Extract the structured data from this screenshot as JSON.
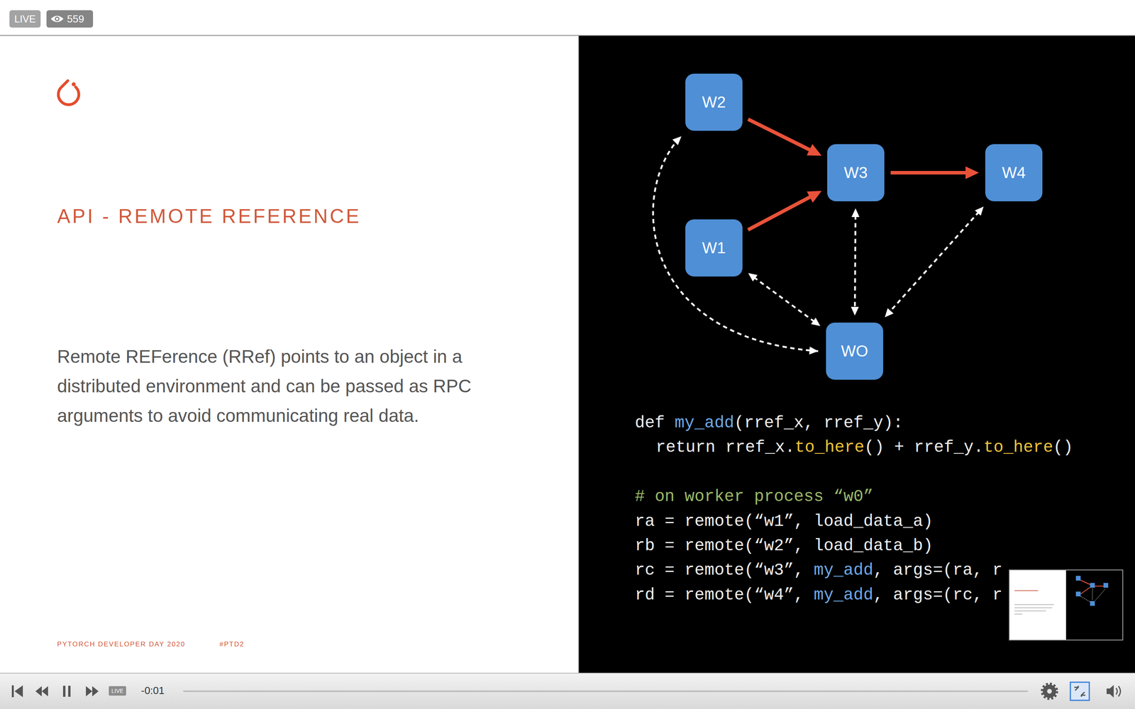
{
  "diagram": {
    "title": "API - REMOTE REFERENCE",
    "nodes": [
      {
        "text": [
          "W2"
        ]
      },
      {
        "text": [
          "W3"
        ]
      },
      {
        "text": [
          "W4"
        ]
      },
      {
        "text": [
          "W1"
        ]
      },
      {
        "text": [
          "WO"
        ]
      }
    ],
    "edges": [
      {
        "from": 0,
        "to": 1,
        "arrow": "to"
      },
      {
        "from": 3,
        "to": 1,
        "arrow": "to"
      },
      {
        "from": 1,
        "to": 2,
        "arrow": "to"
      },
      {
        "from": 4,
        "to": 0,
        "arrow": "both"
      },
      {
        "from": 3,
        "to": 4,
        "arrow": "both"
      },
      {
        "from": 1,
        "to": 4,
        "arrow": "both"
      },
      {
        "from": 2,
        "to": 4,
        "arrow": "both"
      }
    ],
    "labels": [
      "LIVE",
      "559",
      "Remote REFerence (RRef) points to an object in a distributed environment and can be passed as RPC arguments to avoid communicating real data.",
      "def my_add(rref_x, rref_y):",
      "return rref_x.to_here() + rref_y.to_here()",
      "# on worker process “w0”",
      "ra = remote(“w1”, load_data_a)",
      "rb = remote(“w2”, load_data_b)",
      "rc = remote(“w3”, my_add, args=(ra, r",
      "rd = remote(“w4”, my_add, args=(rc, r",
      "PYTORCH DEVELOPER DAY 2020",
      "#PTD2",
      "LIVE",
      "-0:01"
    ]
  }
}
